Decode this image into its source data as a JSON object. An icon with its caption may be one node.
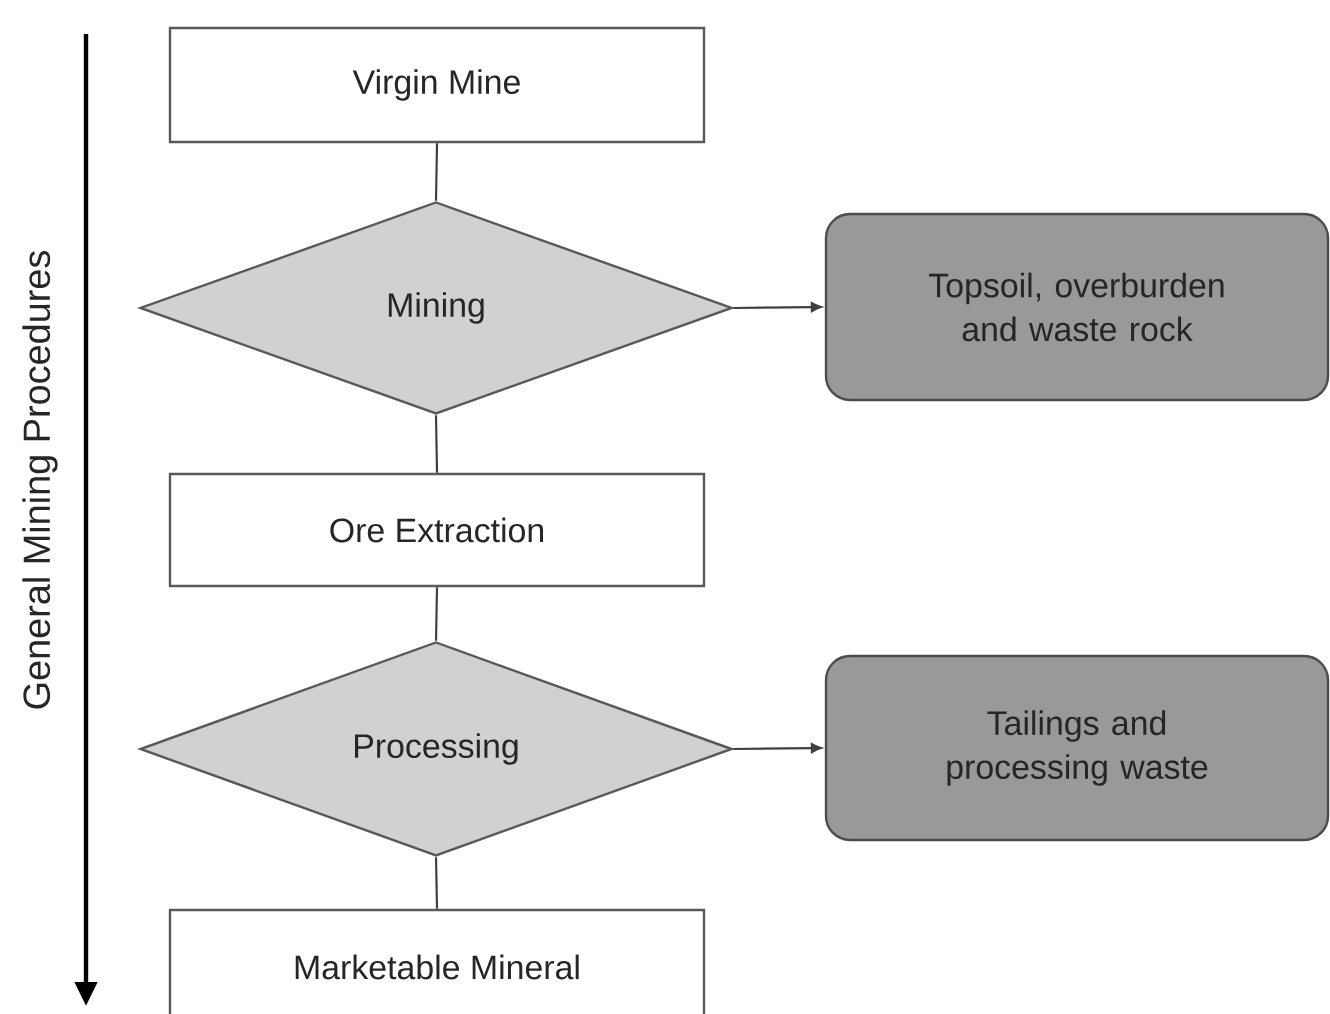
{
  "diagram": {
    "nodes": [
      {
        "text": [
          "Virgin Mine"
        ]
      },
      {
        "text": [
          "Mining"
        ]
      },
      {
        "text": [
          "Topsoil, overburden and waste rock"
        ]
      },
      {
        "text": [
          "Ore Extraction"
        ]
      },
      {
        "text": [
          "Processing"
        ]
      },
      {
        "text": [
          "Tailings and processing waste"
        ]
      },
      {
        "text": [
          "Marketable Mineral"
        ]
      }
    ],
    "edges": [
      {
        "from": 0,
        "to": 1,
        "arrow": "none"
      },
      {
        "from": 1,
        "to": 2,
        "arrow": "to"
      },
      {
        "from": 1,
        "to": 3,
        "arrow": "none"
      },
      {
        "from": 3,
        "to": 4,
        "arrow": "none"
      },
      {
        "from": 4,
        "to": 5,
        "arrow": "to"
      },
      {
        "from": 4,
        "to": 6,
        "arrow": "none"
      }
    ],
    "labels": [
      "General Mining Procedures"
    ]
  }
}
